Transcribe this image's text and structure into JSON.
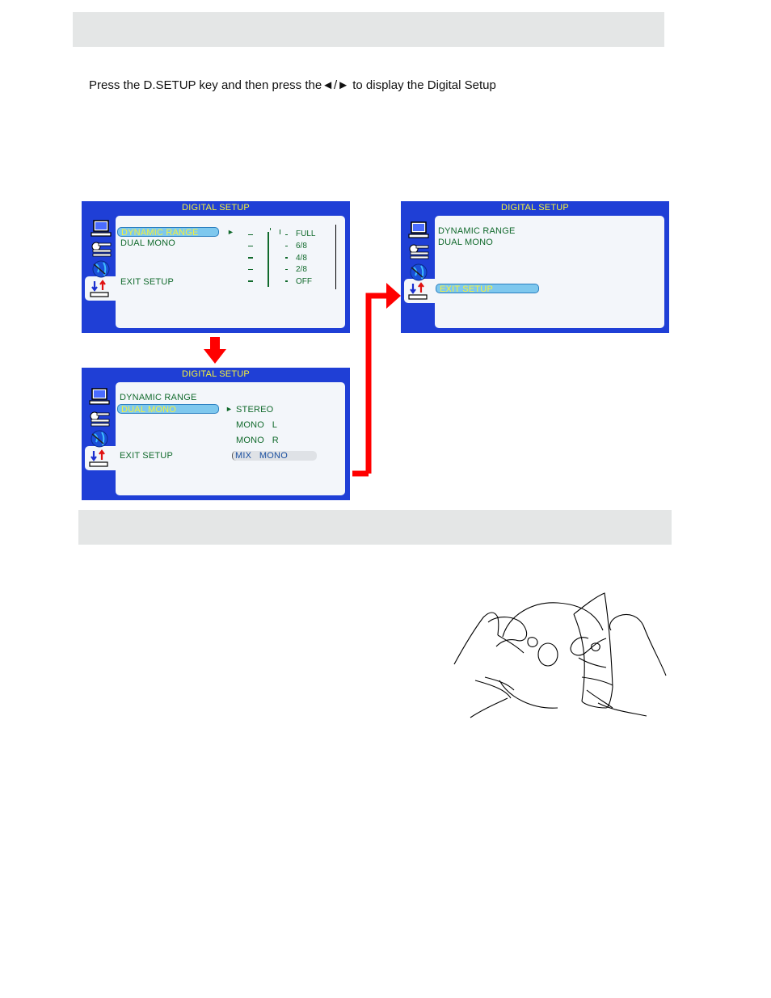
{
  "instruction": "Press the D.SETUP key and then press the◄/► to display the Digital Setup",
  "colors": {
    "osd_frame": "#1f3fd6",
    "osd_title": "#f5f23a",
    "item_text": "#116a2c",
    "highlight": "#7ec8ee",
    "arrow": "#ff0000"
  },
  "screen1": {
    "title": "DIGITAL SETUP",
    "items": [
      "DYNAMIC RANGE",
      "DUAL   MONO",
      "EXIT SETUP"
    ],
    "selected": "DYNAMIC RANGE",
    "levels": [
      "FULL",
      "6/8",
      "4/8",
      "2/8",
      "OFF"
    ]
  },
  "screen2": {
    "title": "DIGITAL SETUP",
    "items": [
      "DYNAMIC RANGE",
      "DUAL MONO",
      "EXIT SETUP"
    ],
    "selected": "DUAL MONO",
    "options": [
      "STEREO",
      "MONO   L",
      "MONO   R",
      "MIX   MONO"
    ]
  },
  "screen3": {
    "title": "DIGITAL SETUP",
    "items": [
      "DYNAMIC RANGE",
      "DUAL MONO",
      "EXIT SETUP"
    ],
    "selected": "EXIT SETUP"
  },
  "icons": [
    "tv-icon",
    "speaker-icon",
    "globe-icon",
    "digital-audio-icon"
  ],
  "illustration": "cleaning-disc-icon"
}
